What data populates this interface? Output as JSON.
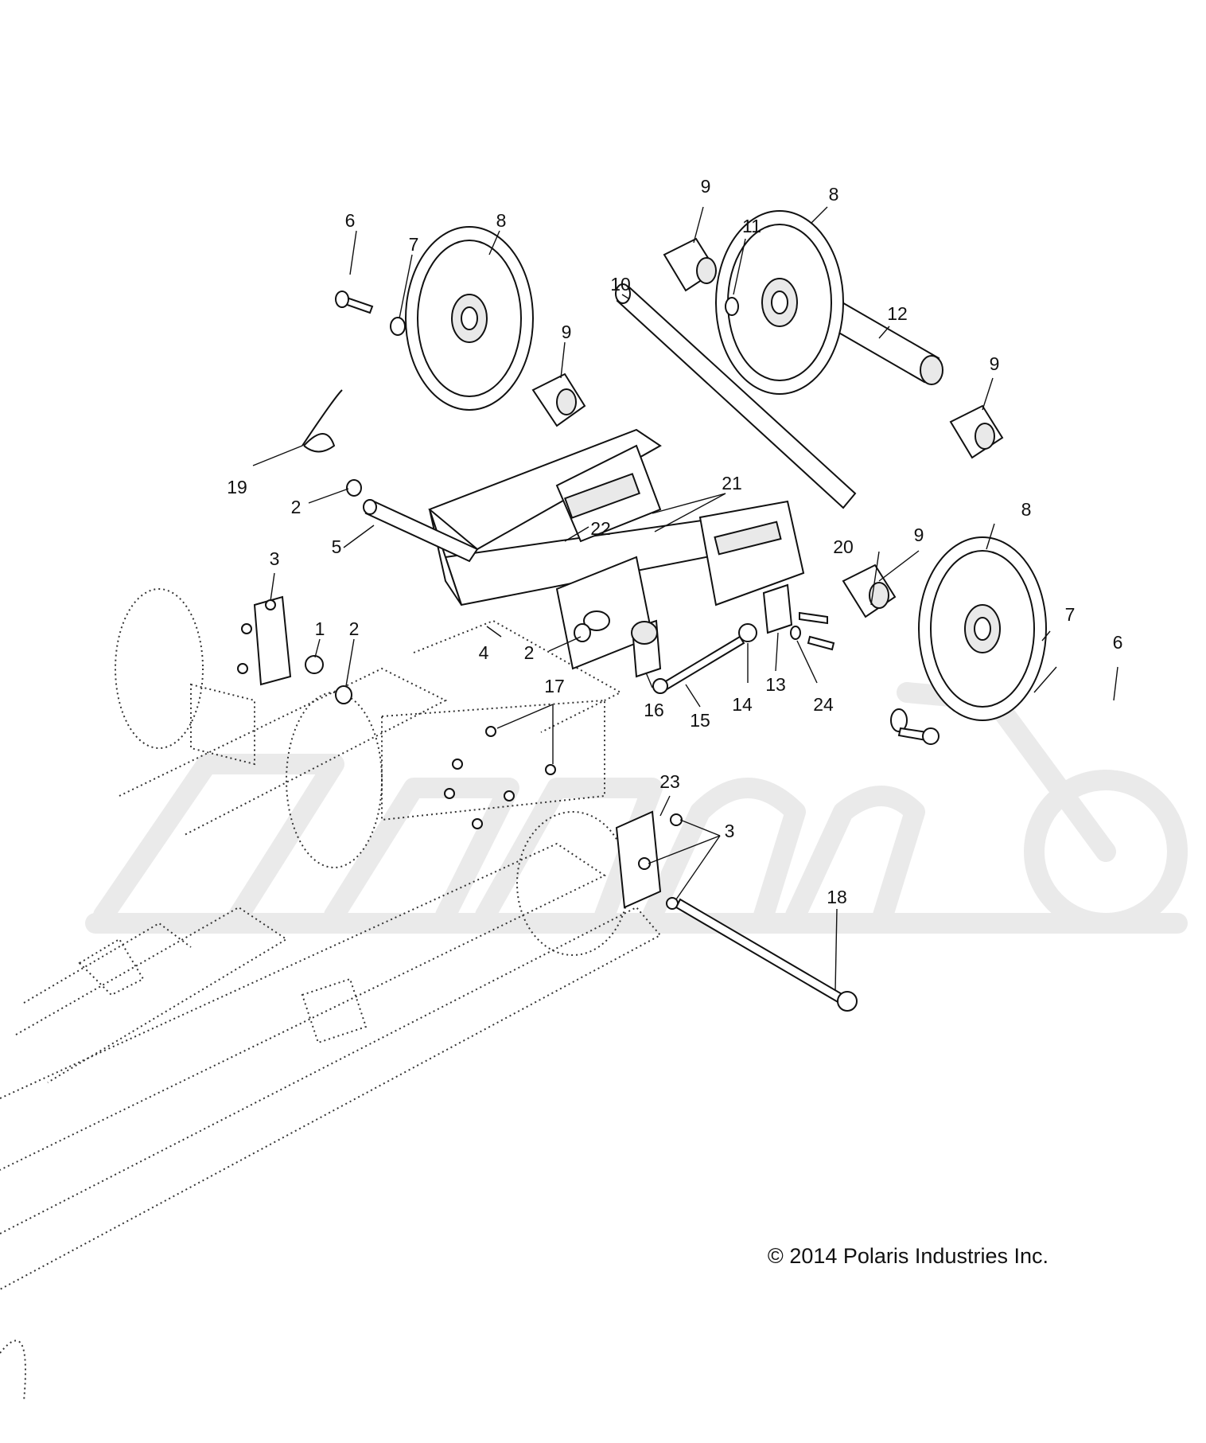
{
  "diagram": {
    "copyright": "© 2014 Polaris Industries Inc.",
    "callouts": [
      {
        "id": "c6a",
        "text": "6"
      },
      {
        "id": "c7a",
        "text": "7"
      },
      {
        "id": "c8a",
        "text": "8"
      },
      {
        "id": "c9a",
        "text": "9"
      },
      {
        "id": "c9b",
        "text": "9"
      },
      {
        "id": "c11",
        "text": "11"
      },
      {
        "id": "c8b",
        "text": "8"
      },
      {
        "id": "c10",
        "text": "10"
      },
      {
        "id": "c12",
        "text": "12"
      },
      {
        "id": "c9c",
        "text": "9"
      },
      {
        "id": "c19",
        "text": "19"
      },
      {
        "id": "c2a",
        "text": "2"
      },
      {
        "id": "c5",
        "text": "5"
      },
      {
        "id": "c21",
        "text": "21"
      },
      {
        "id": "c22",
        "text": "22"
      },
      {
        "id": "c8c",
        "text": "8"
      },
      {
        "id": "c9d",
        "text": "9"
      },
      {
        "id": "c20",
        "text": "20"
      },
      {
        "id": "c3a",
        "text": "3"
      },
      {
        "id": "c1",
        "text": "1"
      },
      {
        "id": "c2b",
        "text": "2"
      },
      {
        "id": "c4",
        "text": "4"
      },
      {
        "id": "c2c",
        "text": "2"
      },
      {
        "id": "c7b",
        "text": "7"
      },
      {
        "id": "c6b",
        "text": "6"
      },
      {
        "id": "c13",
        "text": "13"
      },
      {
        "id": "c14",
        "text": "14"
      },
      {
        "id": "c24",
        "text": "24"
      },
      {
        "id": "c16",
        "text": "16"
      },
      {
        "id": "c15",
        "text": "15"
      },
      {
        "id": "c17",
        "text": "17"
      },
      {
        "id": "c23",
        "text": "23"
      },
      {
        "id": "c3b",
        "text": "3"
      },
      {
        "id": "c18",
        "text": "18"
      }
    ]
  }
}
